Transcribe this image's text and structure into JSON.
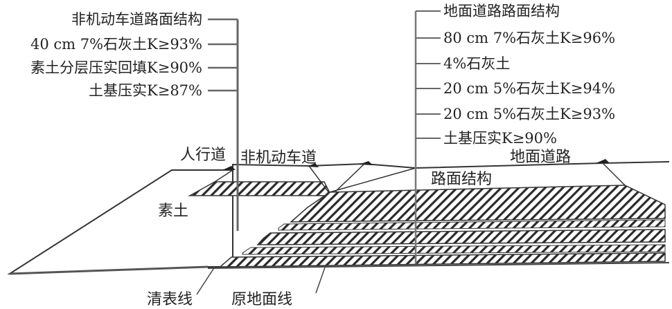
{
  "nonmotor_structure": {
    "title": "非机动车道路面结构",
    "layers": [
      "40 cm 7%石灰土K≥93%",
      "素土分层压实回填K≥90%",
      "土基压实K≥87%"
    ]
  },
  "ground_structure": {
    "title": "地面道路路面结构",
    "layers": [
      "80 cm 7%石灰土K≥96%",
      "4%石灰土",
      "20 cm 5%石灰土K≥94%",
      "20 cm 5%石灰土K≥93%",
      "土基压实K≥90%"
    ]
  },
  "section_labels": {
    "sidewalk": "人行道",
    "nonmotor_lane": "非机动车道",
    "ground_road": "地面道路",
    "pavement_structure": "路面结构",
    "plain_soil": "素土",
    "clearing_line": "清表线",
    "original_ground_line": "原地面线"
  },
  "colors": {
    "ink": "#333333",
    "hatch": "#2a2a2a",
    "background": "#ffffff"
  }
}
